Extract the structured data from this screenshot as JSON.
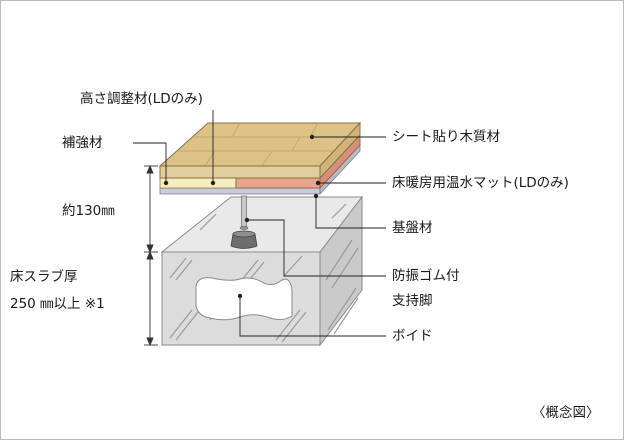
{
  "labels": {
    "height_adjust": "高さ調整材(LDのみ)",
    "reinforce": "補強材",
    "sheet_wood": "シート貼り木質材",
    "floor_heat_mat": "床暖房用温水マット(LDのみ)",
    "approx_height": "約130㎜",
    "base_board": "基盤材",
    "slab_thickness": "床スラブ厚",
    "slab_value": "250 ㎜以上 ※1",
    "support_leg_1": "防振ゴム付",
    "support_leg_2": "支持脚",
    "void": "ボイド",
    "concept": "〈概念図〉"
  }
}
